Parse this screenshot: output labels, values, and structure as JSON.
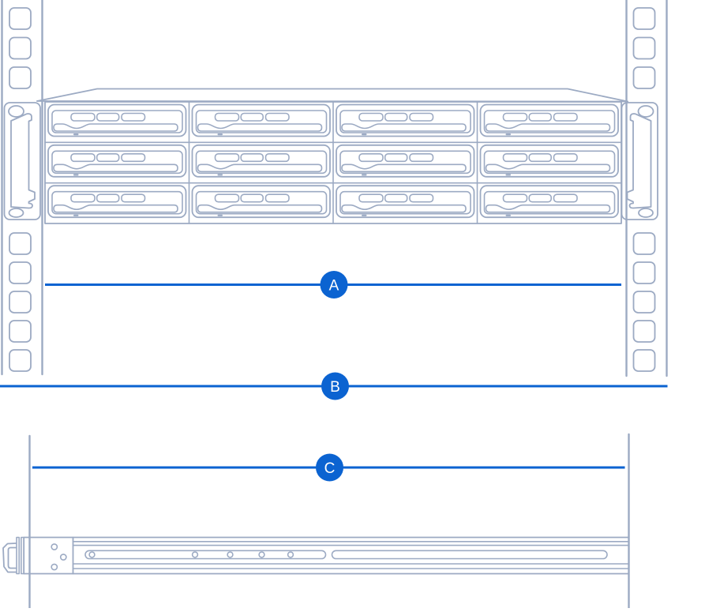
{
  "callouts": [
    {
      "label": "A"
    },
    {
      "label": "B"
    },
    {
      "label": "C"
    }
  ],
  "colors": {
    "background": "#ffffff",
    "outline": "#9caac3",
    "accent": "#0b63d1",
    "callout_text": "#ffffff"
  }
}
